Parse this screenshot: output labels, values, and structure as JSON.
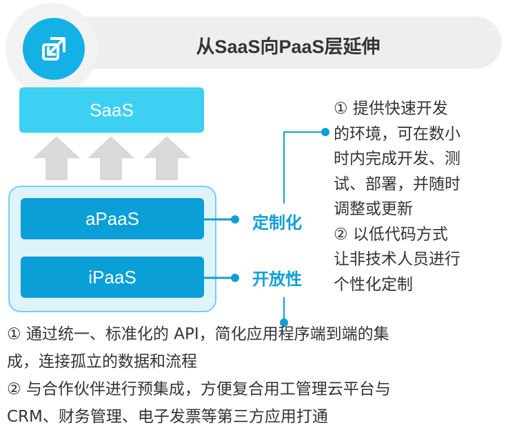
{
  "header": {
    "title": "从SaaS向PaaS层延伸",
    "icon": "share-out-icon"
  },
  "diagram": {
    "top_layer": "SaaS",
    "layers": [
      "aPaaS",
      "iPaaS"
    ],
    "tags": {
      "custom": "定制化",
      "open": "开放性"
    }
  },
  "side_notes": [
    "① 提供快速开发",
    "的环境，可在数小",
    "时内完成开发、测",
    "试、部署，并随时",
    "调整或更新",
    "② 以低代码方式",
    "让非技术人员进行",
    "个性化定制"
  ],
  "bottom_notes": [
    "① 通过统一、标准化的 API，简化应用程序端到端的集",
    "成，连接孤立的数据和流程",
    "② 与合作伙伴进行预集成，方便复合用工管理云平台与",
    "CRM、财务管理、电子发票等第三方应用打通"
  ],
  "colors": {
    "accent": "#13b1e6",
    "saas": "#3cd0f3",
    "layer": "#0a9fd7",
    "frame": "#dff3fb",
    "arrow": "#d9d9d9",
    "header_bg": "#eeeeee"
  }
}
